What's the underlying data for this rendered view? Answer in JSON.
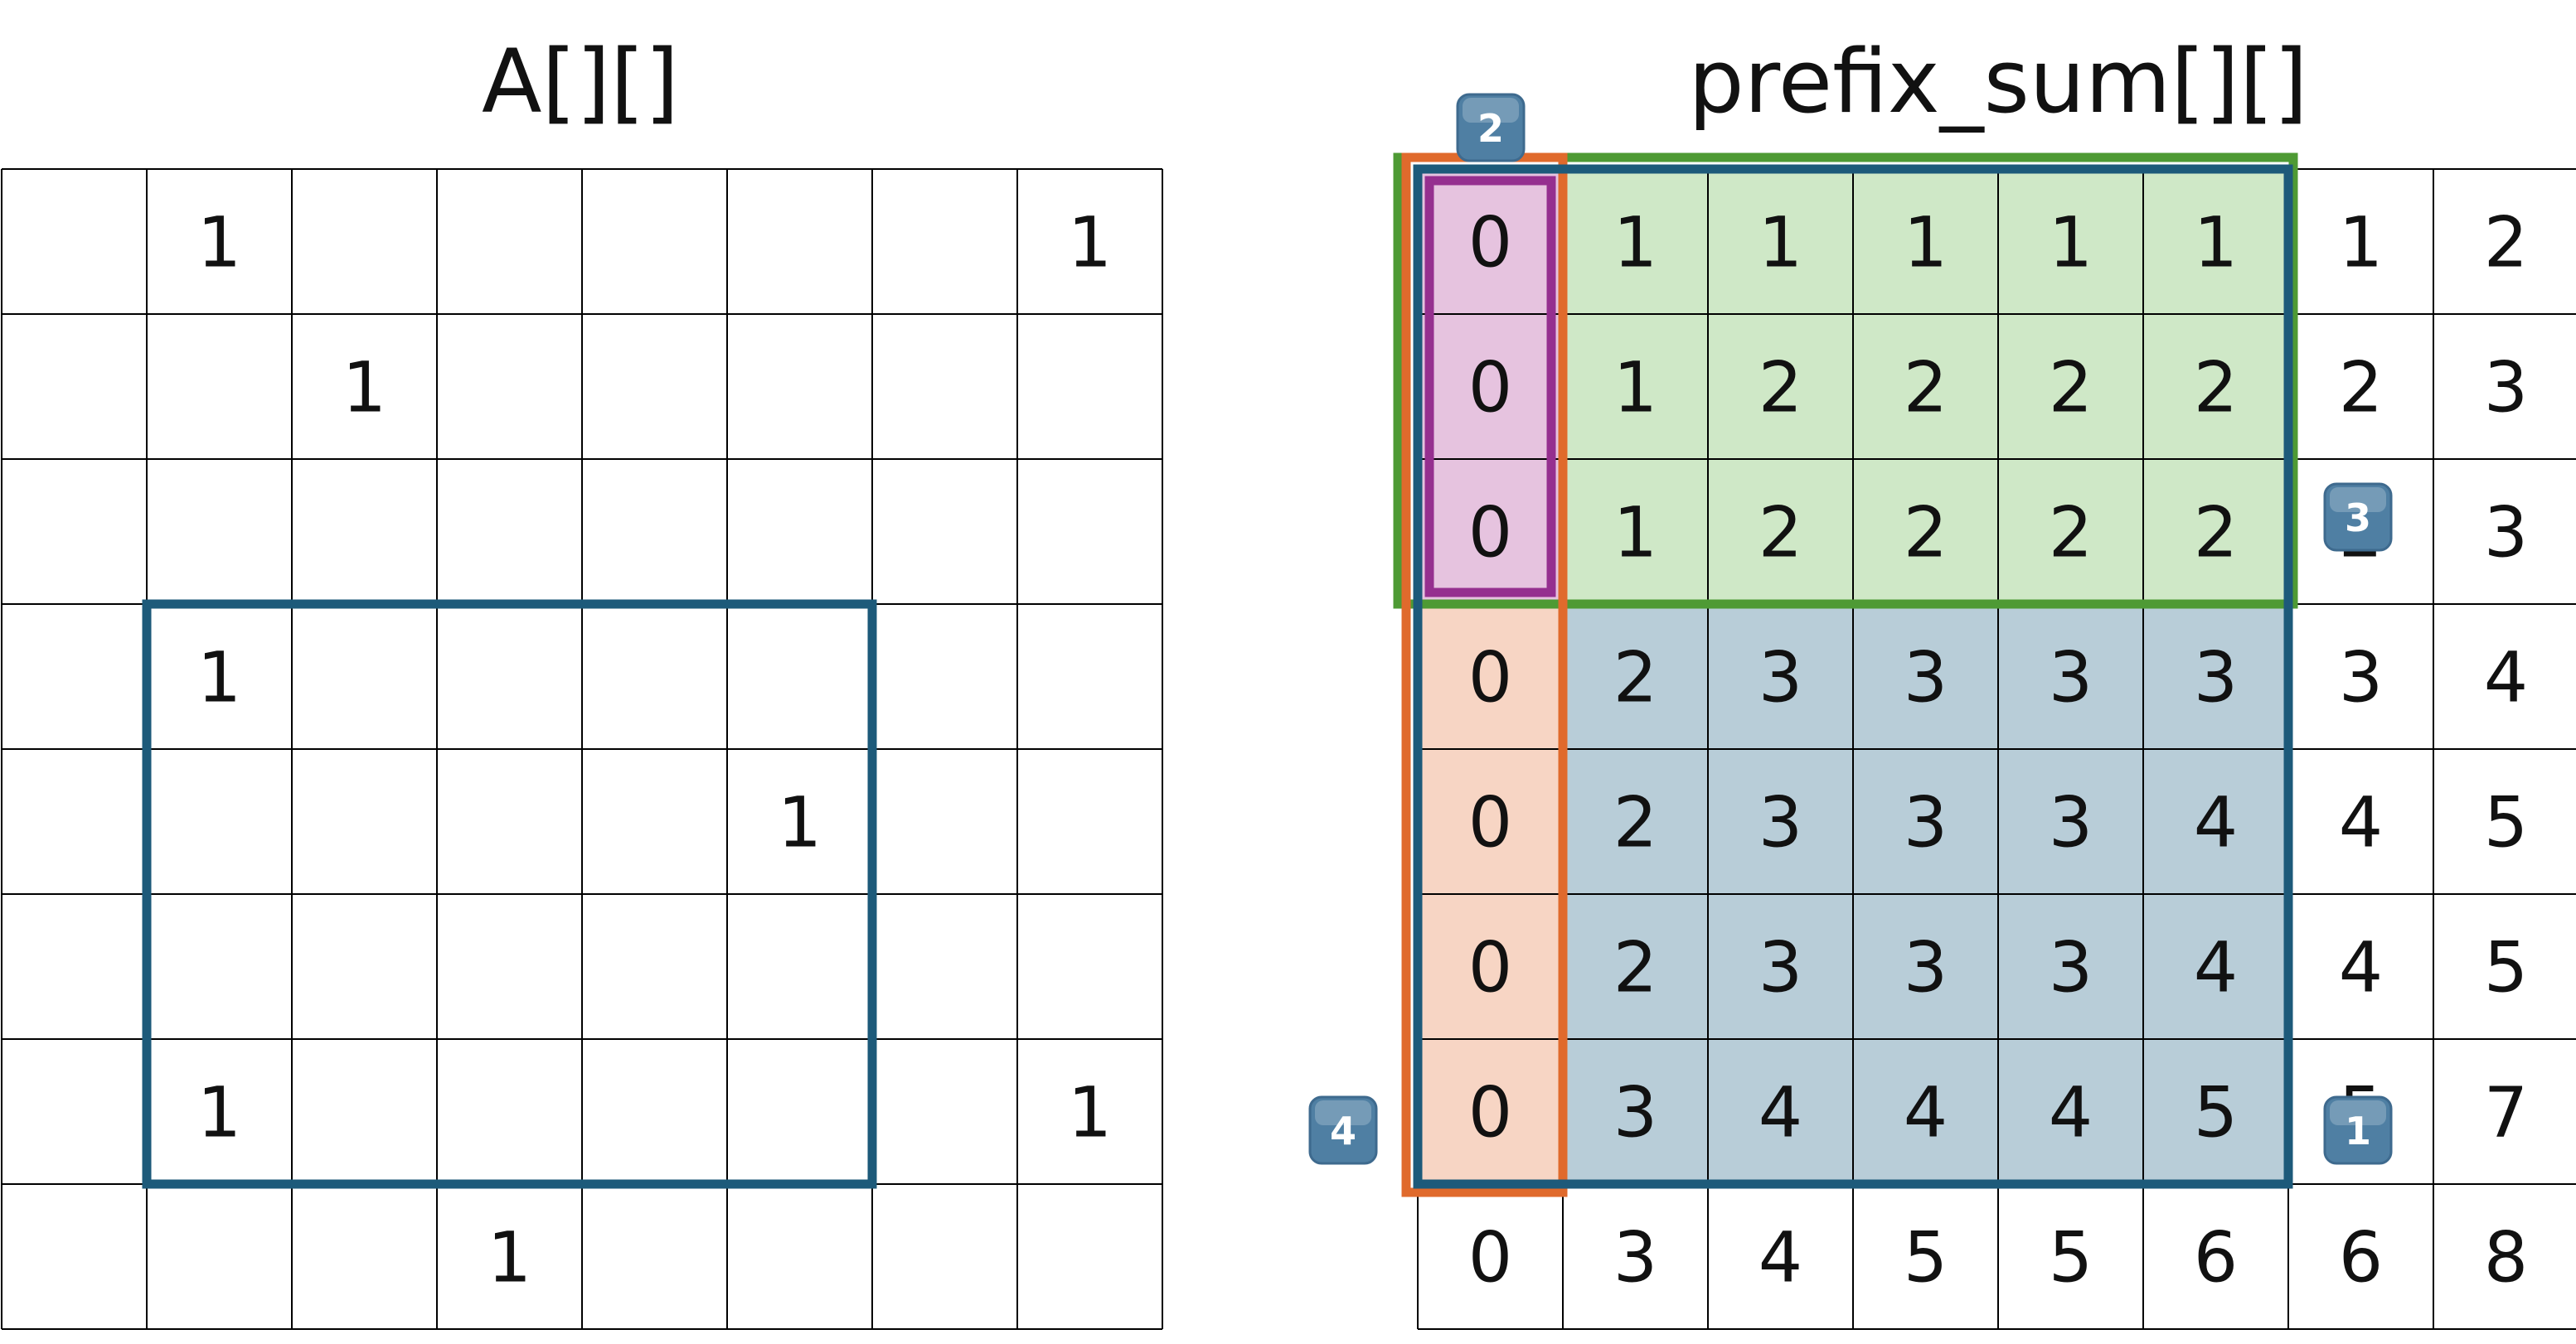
{
  "left_grid": {
    "title": "A[][]",
    "rows": [
      [
        "",
        "1",
        "",
        "",
        "",
        "",
        "",
        "1"
      ],
      [
        "",
        "",
        "1",
        "",
        "",
        "",
        "",
        ""
      ],
      [
        "",
        "",
        "",
        "",
        "",
        "",
        "",
        ""
      ],
      [
        "",
        "1",
        "",
        "",
        "",
        "",
        "",
        ""
      ],
      [
        "",
        "",
        "",
        "",
        "",
        "1",
        "",
        ""
      ],
      [
        "",
        "",
        "",
        "",
        "",
        "",
        "",
        ""
      ],
      [
        "",
        "1",
        "",
        "",
        "",
        "",
        "",
        "1"
      ],
      [
        "",
        "",
        "",
        "1",
        "",
        "",
        "",
        ""
      ]
    ],
    "highlight": {
      "row_start": 3,
      "row_end": 6,
      "col_start": 1,
      "col_end": 5
    }
  },
  "right_grid": {
    "title": "prefix_sum[][]",
    "rows": [
      [
        "0",
        "1",
        "1",
        "1",
        "1",
        "1",
        "1",
        "2"
      ],
      [
        "0",
        "1",
        "2",
        "2",
        "2",
        "2",
        "2",
        "3"
      ],
      [
        "0",
        "1",
        "2",
        "2",
        "2",
        "2",
        "2",
        "3"
      ],
      [
        "0",
        "2",
        "3",
        "3",
        "3",
        "3",
        "3",
        "4"
      ],
      [
        "0",
        "2",
        "3",
        "3",
        "3",
        "4",
        "4",
        "5"
      ],
      [
        "0",
        "2",
        "3",
        "3",
        "3",
        "4",
        "4",
        "5"
      ],
      [
        "0",
        "3",
        "4",
        "4",
        "4",
        "5",
        "5",
        "7"
      ],
      [
        "0",
        "3",
        "4",
        "5",
        "5",
        "6",
        "6",
        "8"
      ]
    ],
    "regions": [
      {
        "id": "blue-region",
        "row_start": 0,
        "row_end": 6,
        "col_start": 0,
        "col_end": 5,
        "fill": "#b8cdd8",
        "stroke": "#1d5a7a"
      },
      {
        "id": "green-region",
        "row_start": 0,
        "row_end": 2,
        "col_start": 0,
        "col_end": 5,
        "fill": "#cfe8c7",
        "stroke": "#4e9a34"
      },
      {
        "id": "orange-region",
        "row_start": 0,
        "row_end": 6,
        "col_start": 0,
        "col_end": 0,
        "fill": "#f7d5c4",
        "stroke": "#e06a2c"
      },
      {
        "id": "purple-region",
        "row_start": 0,
        "row_end": 2,
        "col_start": 0,
        "col_end": 0,
        "fill": "#e6c3df",
        "stroke": "#952f8f"
      }
    ],
    "badges": [
      {
        "label": "1",
        "row": 6,
        "col": 6
      },
      {
        "label": "2",
        "row": 0,
        "col": 0
      },
      {
        "label": "3",
        "row": 2,
        "col": 6
      },
      {
        "label": "4",
        "row": 6,
        "col": 0
      }
    ]
  },
  "colors": {
    "grid_line": "#000000",
    "text": "#111111",
    "blue_outline": "#1d5a7a",
    "badge_fill": "#4f7fa3"
  }
}
